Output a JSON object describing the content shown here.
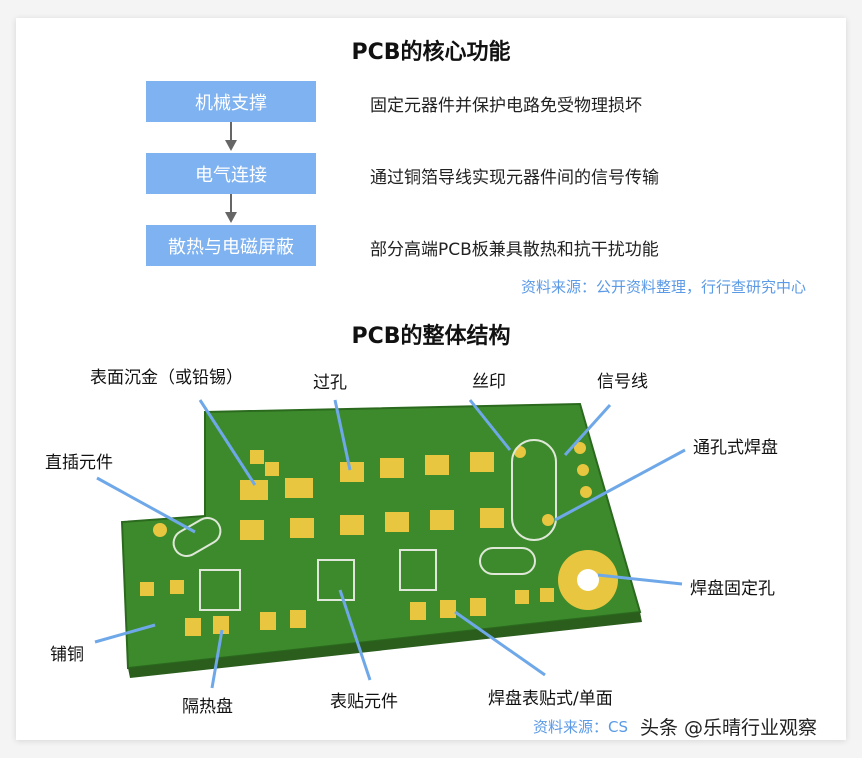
{
  "section1": {
    "title": "PCB的核心功能",
    "functions": [
      {
        "name": "机械支撑",
        "desc": "固定元器件并保护电路免受物理损坏"
      },
      {
        "name": "电气连接",
        "desc": "通过铜箔导线实现元器件间的信号传输"
      },
      {
        "name": "散热与电磁屏蔽",
        "desc": "部分高端PCB板兼具散热和抗干扰功能"
      }
    ],
    "source": "资料来源：公开资料整理，行行查研究中心"
  },
  "section2": {
    "title": "PCB的整体结构",
    "labels": {
      "surface": "表面沉金（或铅锡）",
      "via": "过孔",
      "silk": "丝印",
      "signal": "信号线",
      "dip": "直插元件",
      "tht_pad": "通孔式焊盘",
      "mount_hole": "焊盘固定孔",
      "copper": "铺铜",
      "thermal": "隔热盘",
      "smd": "表贴元件",
      "smd_pad": "焊盘表贴式/单面"
    },
    "source": "资料来源：CS"
  },
  "watermark": "头条 @乐晴行业观察",
  "colors": {
    "box": "#7fb2f0",
    "source": "#5b9ae6",
    "board": "#3d8a2c",
    "pad": "#e8c640",
    "arrow": "#6fa8e8"
  }
}
